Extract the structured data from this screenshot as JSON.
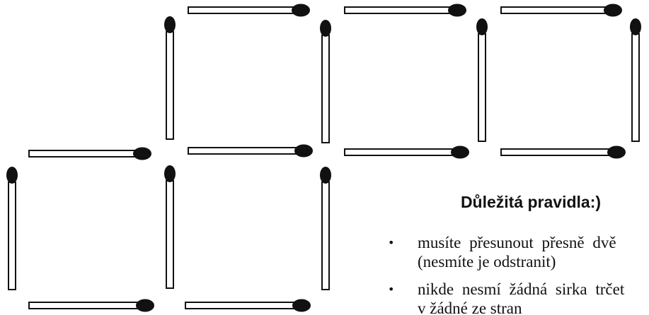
{
  "rules": {
    "title": "Důležitá pravidla:)",
    "items": [
      {
        "bullet": "•",
        "line1": "musíte přesunout přesně dvě",
        "line2": "(nesmíte je odstranit)"
      },
      {
        "bullet": "•",
        "line1": "nikde nesmí žádná sirka trčet",
        "line2": "v žádné ze stran"
      }
    ]
  },
  "puzzle": {
    "match_count": 16,
    "icons": [
      "horizontal-match-icon",
      "vertical-match-icon"
    ],
    "colors": {
      "match_head": "#111111",
      "match_stick": "#ffffff",
      "match_outline": "#111111"
    }
  }
}
